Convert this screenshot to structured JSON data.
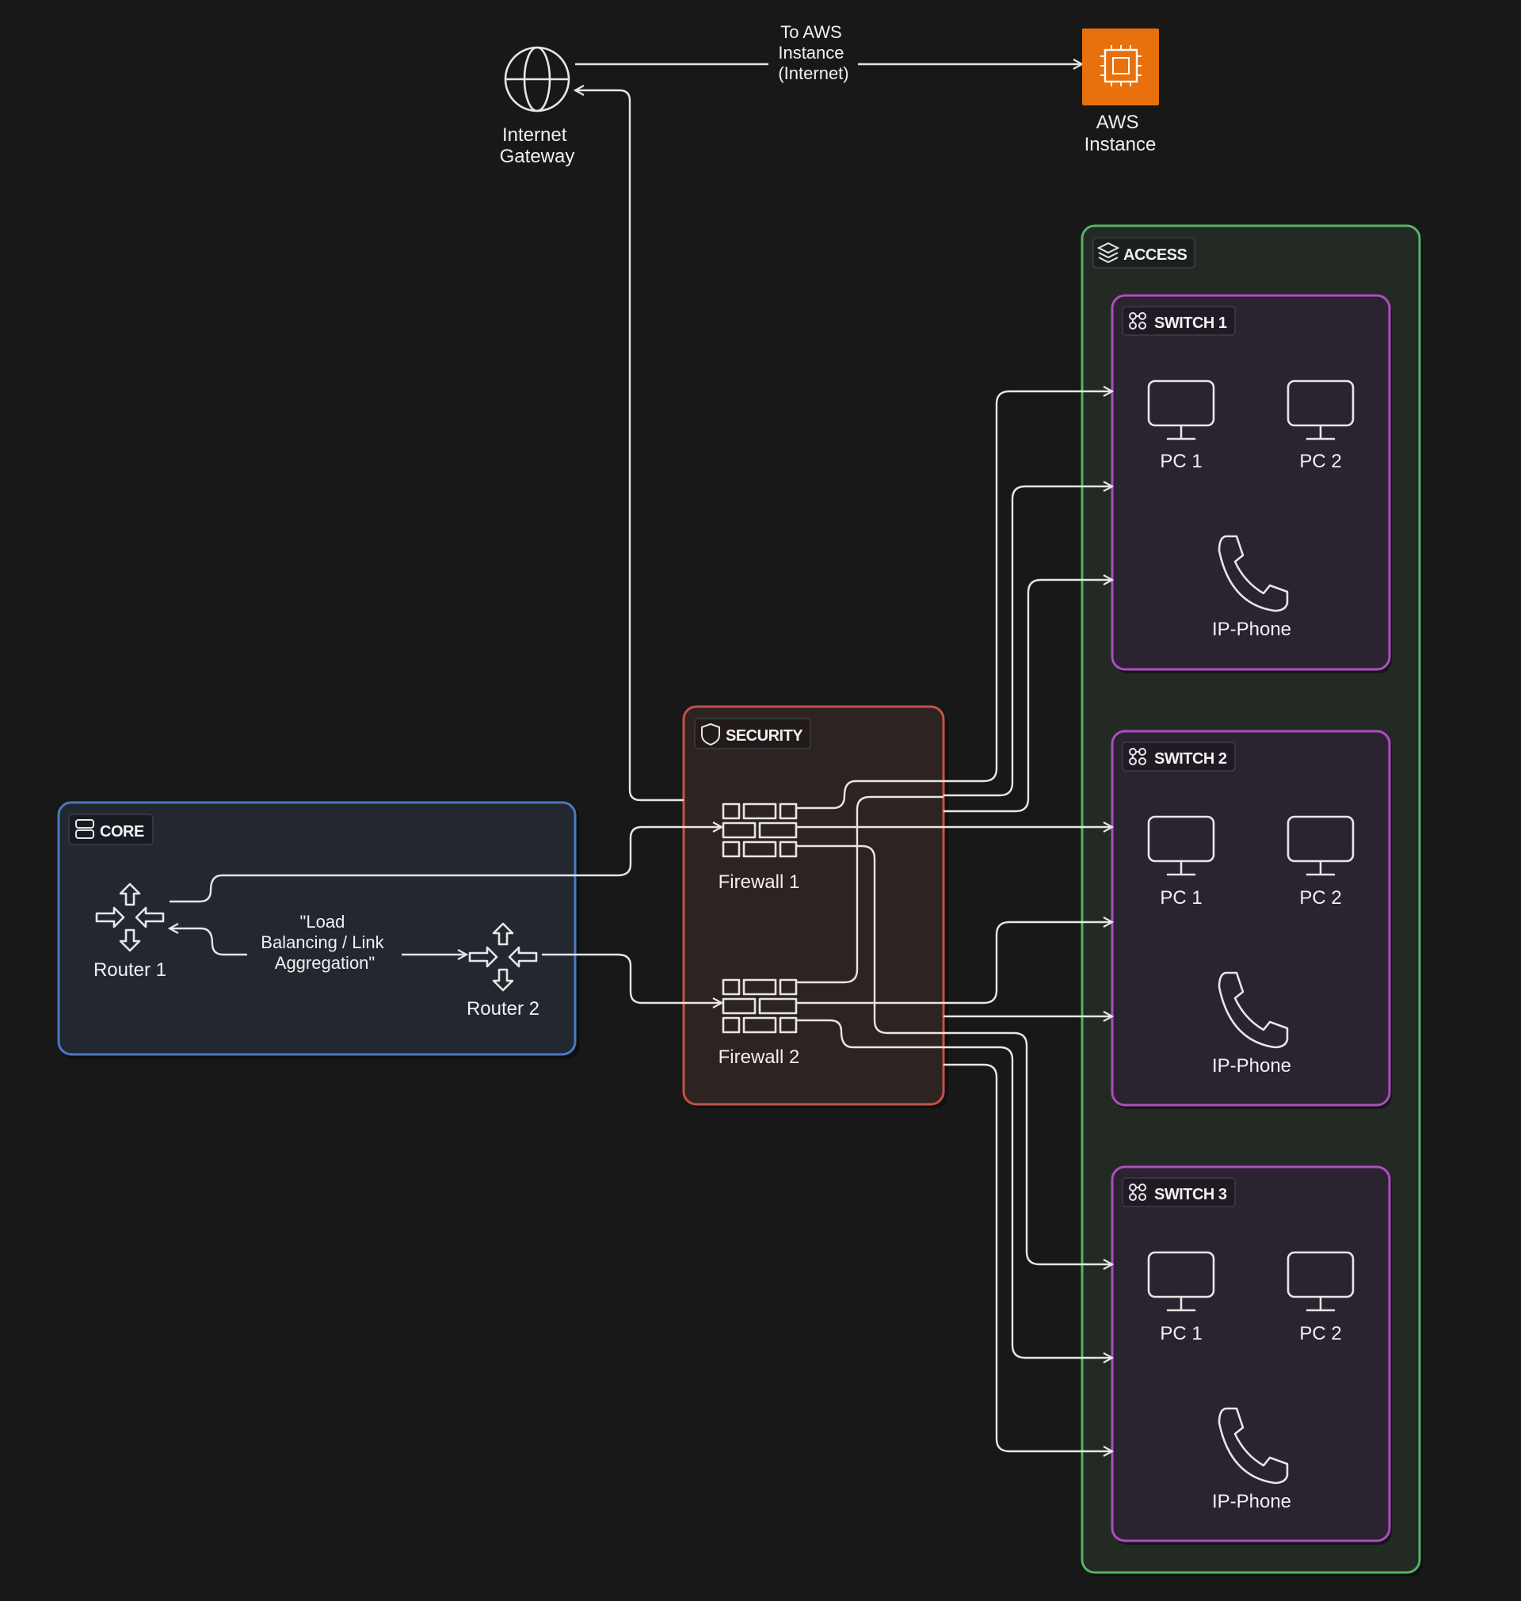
{
  "colors": {
    "background": "#181818",
    "core_border": "#4a78c4",
    "security_border": "#c5524a",
    "access_border": "#56b363",
    "switch_border": "#b04cc2",
    "aws_orange": "#e8710e"
  },
  "nodes": {
    "internet_gateway": "Internet\nGateway",
    "aws_instance": "AWS\nInstance",
    "router_1": "Router 1",
    "router_2": "Router 2",
    "firewall_1": "Firewall 1",
    "firewall_2": "Firewall 2"
  },
  "groups": {
    "core": "CORE",
    "security": "SECURITY",
    "access": "ACCESS",
    "switch_1": "SWITCH 1",
    "switch_2": "SWITCH 2",
    "switch_3": "SWITCH 3"
  },
  "switch_devices": {
    "pc_1": "PC 1",
    "pc_2": "PC 2",
    "ip_phone": "IP-Phone"
  },
  "edge_labels": {
    "to_aws": "To AWS\nInstance\n(Internet)",
    "load_balancing": "\"Load\nBalancing / Link\nAggregation\""
  },
  "icons": {
    "internet_gateway": "globe-icon",
    "aws_instance": "ec2-chip-icon",
    "router": "router-arrows-icon",
    "firewall": "brick-wall-icon",
    "pc": "monitor-icon",
    "ip_phone": "phone-icon",
    "core": "server-stack-icon",
    "security": "shield-icon",
    "access": "layers-icon",
    "switch": "switch-nodes-icon"
  }
}
